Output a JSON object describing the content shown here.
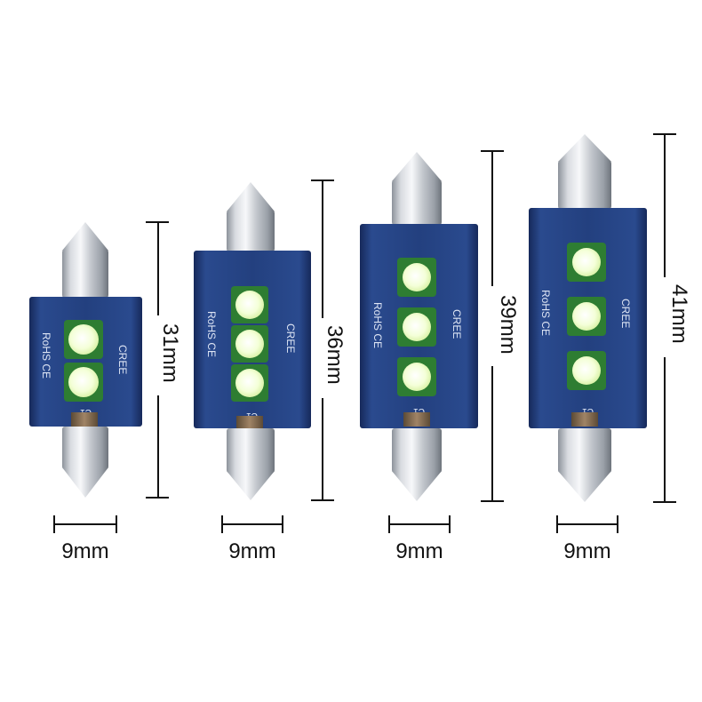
{
  "bulbs": [
    {
      "length_label": "31mm",
      "width_label": "9mm",
      "leds": 2,
      "marking_left": "RoHS CE",
      "marking_right": "CREE",
      "component": "C1"
    },
    {
      "length_label": "36mm",
      "width_label": "9mm",
      "leds": 3,
      "marking_left": "RoHS CE",
      "marking_right": "CREE",
      "component": "C1"
    },
    {
      "length_label": "39mm",
      "width_label": "9mm",
      "leds": 3,
      "marking_left": "RoHS CE",
      "marking_right": "CREE",
      "component": "C1"
    },
    {
      "length_label": "41mm",
      "width_label": "9mm",
      "leds": 3,
      "marking_left": "RoHS CE",
      "marking_right": "CREE",
      "component": "C1"
    }
  ],
  "colors": {
    "pcb": "#23407f",
    "pcb_dark": "#1a2f63",
    "metal": "#c9cdd3",
    "led_pad": "#2e7d32",
    "led_glow": "#f4ffd8",
    "dimension_line": "#111111"
  }
}
